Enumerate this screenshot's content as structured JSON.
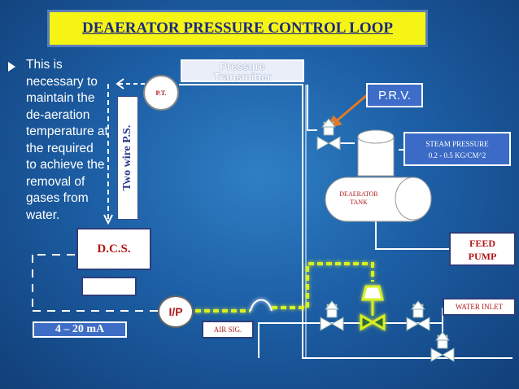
{
  "title": "DEAERATOR PRESSURE CONTROL LOOP",
  "bullet": {
    "lines": [
      "This is",
      "necessary to",
      "maintain the",
      "de-aeration",
      "temperature at",
      "the required",
      "to achieve the",
      "removal of",
      "gases from",
      "water."
    ]
  },
  "labels": {
    "pressure_transmitter": [
      "Pressure",
      "Transmitter"
    ],
    "pt": "P.T.",
    "two_wire_ps": "Two wire P.S.",
    "prv": "P.R.V.",
    "steam_pressure": [
      "STEAM PRESSURE",
      "0.2 - 0.5 KG/CM^2"
    ],
    "deaerator_tank": [
      "DEAERATOR",
      "TANK"
    ],
    "dcs": "D.C.S.",
    "ma": "4 – 20 mA",
    "ip": "I/P",
    "air_sig": "AIR SIG.",
    "feed_pump": [
      "FEED",
      "PUMP"
    ],
    "water_inlet": "WATER INLET"
  },
  "colors": {
    "title_bg": "#f6f414",
    "title_text": "#1b2a80",
    "label_red": "#b01818",
    "valve_glow": "#d8f020",
    "arrow_orange": "#e07a2a"
  }
}
